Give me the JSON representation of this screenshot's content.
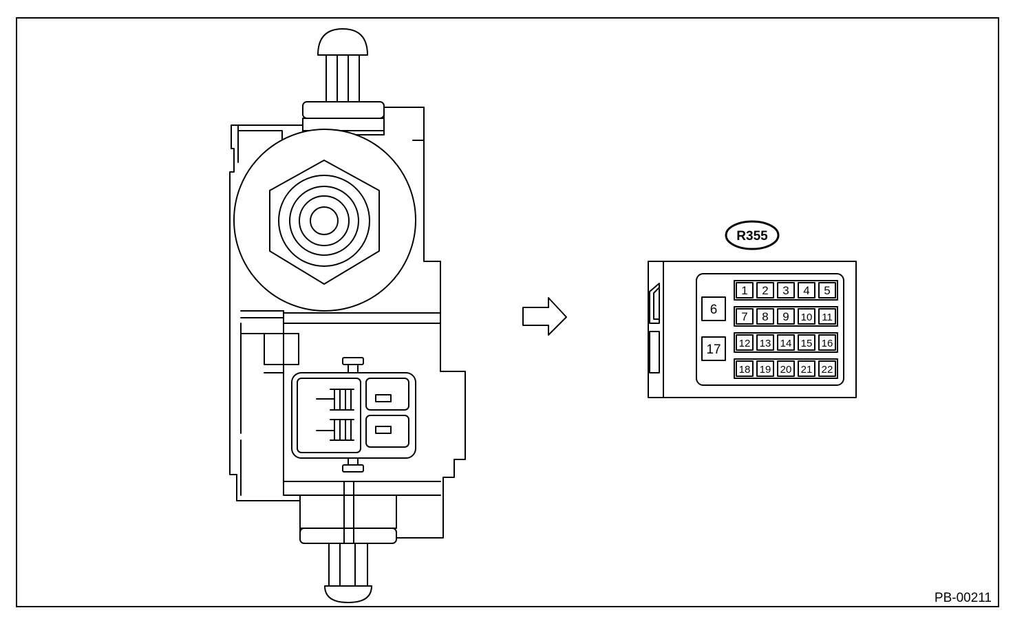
{
  "figure_id": "PB-00211",
  "connector": {
    "label": "R355",
    "large_pins": [
      "6",
      "17"
    ],
    "pin_rows": [
      [
        "1",
        "2",
        "3",
        "4",
        "5"
      ],
      [
        "7",
        "8",
        "9",
        "10",
        "11"
      ],
      [
        "12",
        "13",
        "14",
        "15",
        "16"
      ],
      [
        "18",
        "19",
        "20",
        "21",
        "22"
      ]
    ]
  }
}
